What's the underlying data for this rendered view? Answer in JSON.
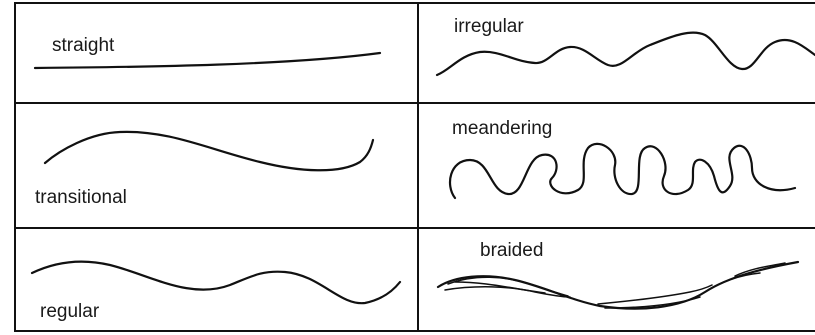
{
  "figure": {
    "cells": {
      "straight": {
        "label": "straight"
      },
      "irregular": {
        "label": "irregular"
      },
      "transitional": {
        "label": "transitional"
      },
      "meandering": {
        "label": "meandering"
      },
      "regular": {
        "label": "regular"
      },
      "braided": {
        "label": "braided"
      }
    },
    "line_color": "#111111",
    "background": "#ffffff"
  }
}
